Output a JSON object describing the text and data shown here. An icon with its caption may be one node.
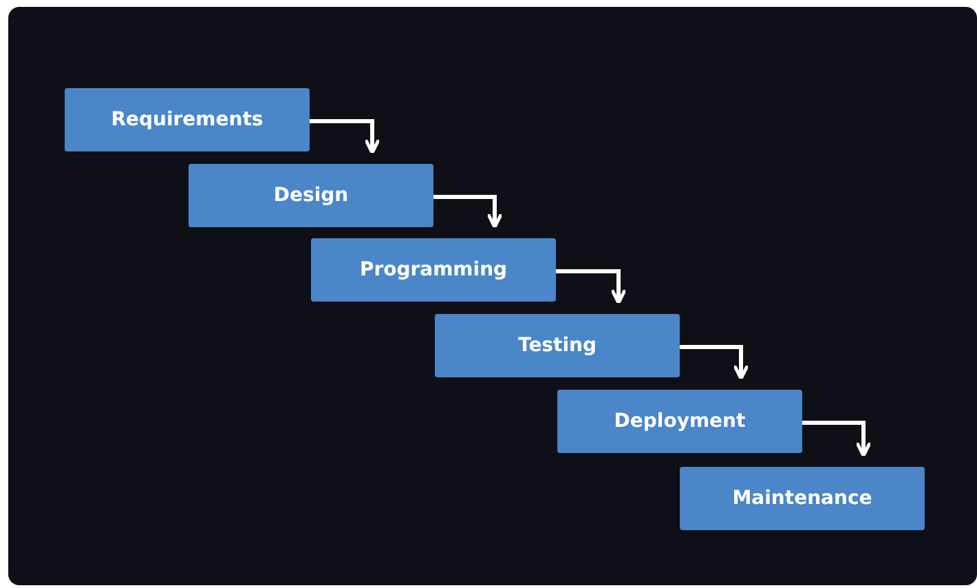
{
  "diagram": {
    "nodes": [
      {
        "text": [
          "Requirements"
        ]
      },
      {
        "text": [
          "Design"
        ]
      },
      {
        "text": [
          "Programming"
        ]
      },
      {
        "text": [
          "Testing"
        ]
      },
      {
        "text": [
          "Deployment"
        ]
      },
      {
        "text": [
          "Maintenance"
        ]
      }
    ],
    "edges": [
      {
        "from": 0,
        "to": 1,
        "arrow": "to"
      },
      {
        "from": 1,
        "to": 2,
        "arrow": "to"
      },
      {
        "from": 2,
        "to": 3,
        "arrow": "to"
      },
      {
        "from": 3,
        "to": 4,
        "arrow": "to"
      },
      {
        "from": 4,
        "to": 5,
        "arrow": "to"
      }
    ]
  }
}
